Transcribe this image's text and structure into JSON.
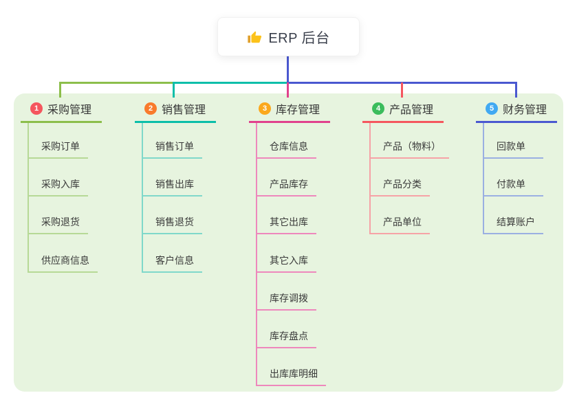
{
  "root": {
    "label": "ERP 后台",
    "icon": "thumbs-up",
    "line_color": "#4A58D0"
  },
  "panel_color": "#E7F4DF",
  "branches": [
    {
      "num": "1",
      "label": "采购管理",
      "color": "#8CBE4B",
      "light": "#B6D996",
      "badge_color": "#F5565E",
      "items": [
        "采购订单",
        "采购入库",
        "采购退货",
        "供应商信息"
      ]
    },
    {
      "num": "2",
      "label": "销售管理",
      "color": "#0BBEA9",
      "light": "#7FD8CA",
      "badge_color": "#F97B2C",
      "items": [
        "销售订单",
        "销售出库",
        "销售退货",
        "客户信息"
      ]
    },
    {
      "num": "3",
      "label": "库存管理",
      "color": "#E1418D",
      "light": "#EE87BC",
      "badge_color": "#FBA81C",
      "items": [
        "仓库信息",
        "产品库存",
        "其它出库",
        "其它入库",
        "库存调拨",
        "库存盘点",
        "出库库明细"
      ]
    },
    {
      "num": "4",
      "label": "产品管理",
      "color": "#F5565E",
      "light": "#F6A2A6",
      "badge_color": "#3BBC5C",
      "items": [
        "产品（物料）",
        "产品分类",
        "产品单位"
      ]
    },
    {
      "num": "5",
      "label": "财务管理",
      "color": "#4A58D0",
      "light": "#9AAFE2",
      "badge_color": "#41A9F2",
      "items": [
        "回款单",
        "付款单",
        "结算账户"
      ]
    }
  ]
}
